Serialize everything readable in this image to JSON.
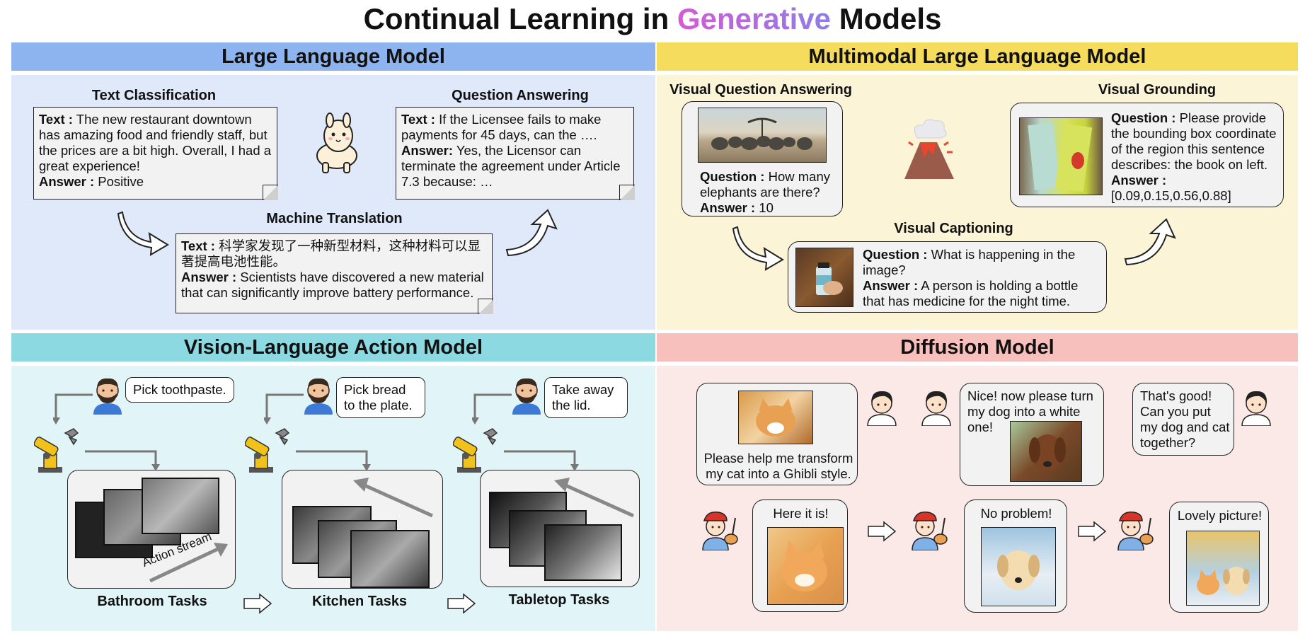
{
  "title": {
    "prefix": "Continual Learning in ",
    "highlight": "Generative",
    "suffix": " Models"
  },
  "colors": {
    "llm_header": "#8db4ee",
    "llm_bg": "#dfe9f9",
    "mllm_header": "#f5dc5c",
    "mllm_bg": "#fbf4d6",
    "vla_header": "#8dd9e1",
    "vla_bg": "#e1f4f7",
    "diff_header": "#f8c0bc",
    "diff_bg": "#fbe9e8"
  },
  "llm": {
    "header": "Large Language Model",
    "text_classification": {
      "title": "Text Classification",
      "text_label": "Text :",
      "text": "The new restaurant downtown has amazing food and friendly staff, but the prices are a bit high. Overall, I had a great experience!",
      "answer_label": "Answer :",
      "answer": "Positive"
    },
    "question_answering": {
      "title": "Question Answering",
      "text_label": "Text :",
      "text": "If the Licensee fails to make payments for 45 days, can the ….",
      "answer_label": "Answer:",
      "answer": "Yes, the Licensor can terminate the agreement under Article 7.3 because: …"
    },
    "machine_translation": {
      "title": "Machine Translation",
      "text_label": "Text :",
      "text": "科学家发现了一种新型材料，这种材料可以显著提高电池性能。",
      "answer_label": "Answer :",
      "answer": "Scientists have discovered a new material that can significantly improve battery performance."
    }
  },
  "mllm": {
    "header": "Multimodal Large Language Model",
    "vqa": {
      "title": "Visual Question Answering",
      "q_label": "Question :",
      "question": "How many elephants are there?",
      "a_label": "Answer :",
      "answer": "10"
    },
    "grounding": {
      "title": "Visual Grounding",
      "q_label": "Question :",
      "question": "Please provide the bounding box coordinate of the region this sentence describes: the book on left.",
      "a_label": "Answer :",
      "answer": "[0.09,0.15,0.56,0.88]"
    },
    "captioning": {
      "title": "Visual Captioning",
      "q_label": "Question :",
      "question": "What is happening in the image?",
      "a_label": "Answer :",
      "answer": "A person is holding a bottle that has medicine for the night time."
    }
  },
  "vla": {
    "header": "Vision-Language Action Model",
    "tasks": [
      {
        "instruction": "Pick toothpaste.",
        "label": "Bathroom Tasks"
      },
      {
        "instruction": "Pick bread to the plate.",
        "label": "Kitchen Tasks"
      },
      {
        "instruction": "Take away the lid.",
        "label": "Tabletop Tasks"
      }
    ],
    "action_stream": "Action stream"
  },
  "diffusion": {
    "header": "Diffusion Model",
    "user_requests": [
      "Please help me transform my cat into a Ghibli style.",
      "Nice! now please turn my dog into a white one!",
      "That's good! Can you put my dog and cat together?"
    ],
    "model_replies": [
      "Here it is!",
      "No problem!",
      "Lovely picture!"
    ]
  }
}
